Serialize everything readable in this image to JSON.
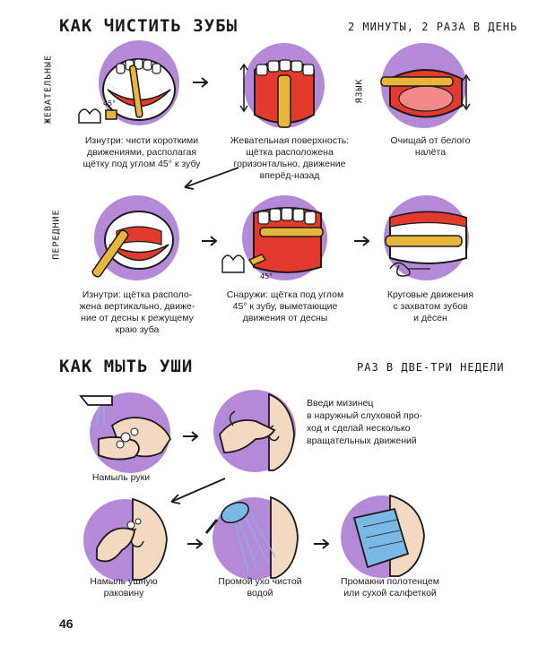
{
  "teeth": {
    "title": "Как чистить зубы",
    "frequency": "2 минуты, 2 раза в день",
    "side_labels": {
      "chewing": "жевательные",
      "tongue": "язык",
      "front": "передние"
    },
    "steps": [
      {
        "caption": [
          "Изнутри: чисти короткими",
          "движениями, располагая",
          "щётку под углом 45° к зубу"
        ]
      },
      {
        "caption": [
          "Жевательная поверхность:",
          "щётка расположена",
          "горизонтально, движение",
          "вперёд-назад"
        ]
      },
      {
        "caption": [
          "Очищай от белого",
          "налёта"
        ]
      },
      {
        "caption": [
          "Изнутри: щётка располо-",
          "жена вертикально, движе-",
          "ние от десны к режущему",
          "краю зуба"
        ]
      },
      {
        "caption": [
          "Снаружи: щётка под углом",
          "45° к зубу, выметающие",
          "движения от десны"
        ]
      },
      {
        "caption": [
          "Круговые движения",
          "с захватом зубов",
          "и дёсен"
        ]
      }
    ],
    "angle_label": "45°"
  },
  "ears": {
    "title": "Как мыть уши",
    "frequency": "раз в две-три недели",
    "steps": [
      {
        "caption": [
          "Намыль руки"
        ]
      },
      {
        "caption": [
          "Введи мизинец",
          "в наружный слуховой про-",
          "ход и сделай несколько",
          "вращательных движений"
        ]
      },
      {
        "caption": [
          "Намыль ушную",
          "раковину"
        ]
      },
      {
        "caption": [
          "Промой ухо чистой",
          "водой"
        ]
      },
      {
        "caption": [
          "Промакни полотенцем",
          "или сухой салфеткой"
        ]
      }
    ]
  },
  "page_number": "46",
  "colors": {
    "blob": "#b48ad8",
    "gum": "#e23b2e",
    "brush": "#e8b63a",
    "ink": "#1a1a1a",
    "water": "#7ab8e6",
    "skin": "#f3d9c0"
  }
}
